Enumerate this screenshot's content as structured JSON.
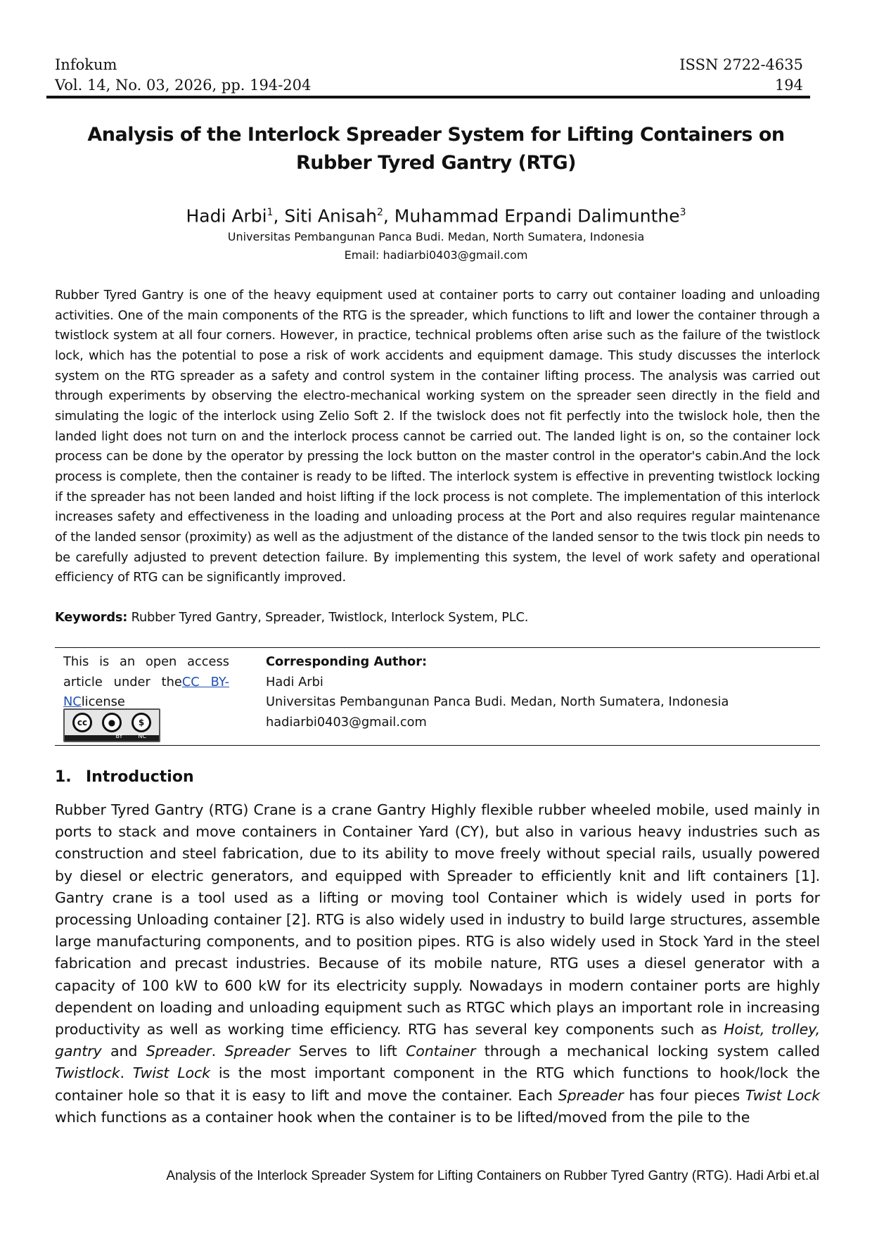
{
  "header": {
    "journal": "Infokum",
    "issn": "ISSN 2722-4635",
    "volume": "Vol. 14, No. 03, 2026, pp. 194-204",
    "page": "194"
  },
  "title": "Analysis of the Interlock Spreader System  for Lifting Containers on Rubber Tyred Gantry (RTG)",
  "authors": [
    {
      "name": "Hadi Arbi",
      "sup": "1"
    },
    {
      "name": "Siti Anisah",
      "sup": "2"
    },
    {
      "name": "Muhammad Erpandi Dalimunthe",
      "sup": "3"
    }
  ],
  "affiliation": "Universitas Pembangunan Panca Budi. Medan, North Sumatera, Indonesia",
  "email": "Email: hadiarbi0403@gmail.com",
  "abstract": "Rubber Tyred Gantry is one of the heavy equipment used at container ports to carry out container loading and unloading activities. One of the main components of the RTG is the spreader, which functions to lift and lower the container through a twistlock system at all four corners. However, in practice, technical problems often arise such as the failure of the twistlock lock, which has the potential to pose a risk of work accidents and equipment damage. This study discusses the interlock system on the RTG spreader as a safety and control system in the container lifting process. The analysis was carried out through experiments by observing the electro-mechanical working system on the spreader seen directly in the field and simulating the logic of the interlock using Zelio Soft 2. If the twislock does not fit perfectly into the twislock hole, then  the landed  light does not turn on and  the interlock  process cannot be carried out. The landed  light is on, so  the container lock   process can be done by the operator by pressing the lock button  on the master control in the operator's cabin.And  the lock process is complete, then the container is ready to be lifted. The interlock  system is effective in preventing twistlock locking if the spreader has not been landed and hoist   lifting if the lock process is not complete. The implementation of   this interlock increases safety and effectiveness in the loading and unloading process at the Port and also requires regular maintenance of the landed sensor (proximity) as well as the adjustment  of the distance of the landed sensor to the twis tlock pin needs to be carefully adjusted to prevent detection failure.  By implementing this system, the level of work safety and operational efficiency of RTG can be significantly improved.",
  "keywords": {
    "label": "Keywords:",
    "text": " Rubber Tyred Gantry, Spreader, Twistlock, Interlock System, PLC."
  },
  "license": {
    "prefix": "This is an open access article under the",
    "link": "CC BY-NC",
    "suffix": "license",
    "badge_cc": "cc",
    "badge_by": "BY",
    "badge_nc": "NC"
  },
  "corresponding": {
    "label": "Corresponding Author:",
    "name": "Hadi Arbi",
    "affiliation": "Universitas Pembangunan Panca Budi. Medan, North Sumatera, Indonesia",
    "email": "hadiarbi0403@gmail.com"
  },
  "introduction": {
    "number": "1.",
    "heading": "Introduction",
    "body": [
      {
        "t": "Rubber Tyred Gantry (RTG) Crane is a crane Gantry Highly flexible rubber wheeled mobile, used mainly in ports to stack and move containers in Container Yard (CY), but also in various heavy industries such as construction and steel fabrication, due to its ability to move freely without special rails, usually powered by diesel or electric generators, and equipped with Spreader to efficiently knit and lift containers [1]. Gantry crane is a tool used as a lifting or moving tool Container which is widely used in ports for processing Unloading container [2]. RTG is also widely used in industry to build large structures, assemble large manufacturing components, and to position pipes. RTG is also widely used in Stock Yard in the steel fabrication and precast industries. Because of its mobile nature, RTG uses a diesel generator with a capacity of 100 kW to 600 kW for its electricity supply. Nowadays in modern container ports are highly dependent on loading and unloading equipment such as RTGC which plays an important role in increasing productivity as well as working time efficiency. RTG has several key components such as ",
        "i": false
      },
      {
        "t": "Hoist, trolley, gantry",
        "i": true
      },
      {
        "t": " and ",
        "i": false
      },
      {
        "t": "Spreader",
        "i": true
      },
      {
        "t": ". ",
        "i": false
      },
      {
        "t": "Spreader",
        "i": true
      },
      {
        "t": " Serves to lift ",
        "i": false
      },
      {
        "t": "Container",
        "i": true
      },
      {
        "t": " through a mechanical locking system called ",
        "i": false
      },
      {
        "t": "Twistlock",
        "i": true
      },
      {
        "t": ". ",
        "i": false
      },
      {
        "t": "Twist Lock",
        "i": true
      },
      {
        "t": " is the most important component in the RTG which functions to hook/lock the container hole so that it is easy to lift and move the container. Each ",
        "i": false
      },
      {
        "t": "Spreader",
        "i": true
      },
      {
        "t": " has four pieces ",
        "i": false
      },
      {
        "t": "Twist Lock",
        "i": true
      },
      {
        "t": " which functions as a container hook when the container is to be lifted/moved from the pile to the",
        "i": false
      }
    ]
  },
  "footer": "Analysis of the Interlock Spreader System  for Lifting Containers on Rubber Tyred Gantry (RTG). Hadi Arbi et.al"
}
